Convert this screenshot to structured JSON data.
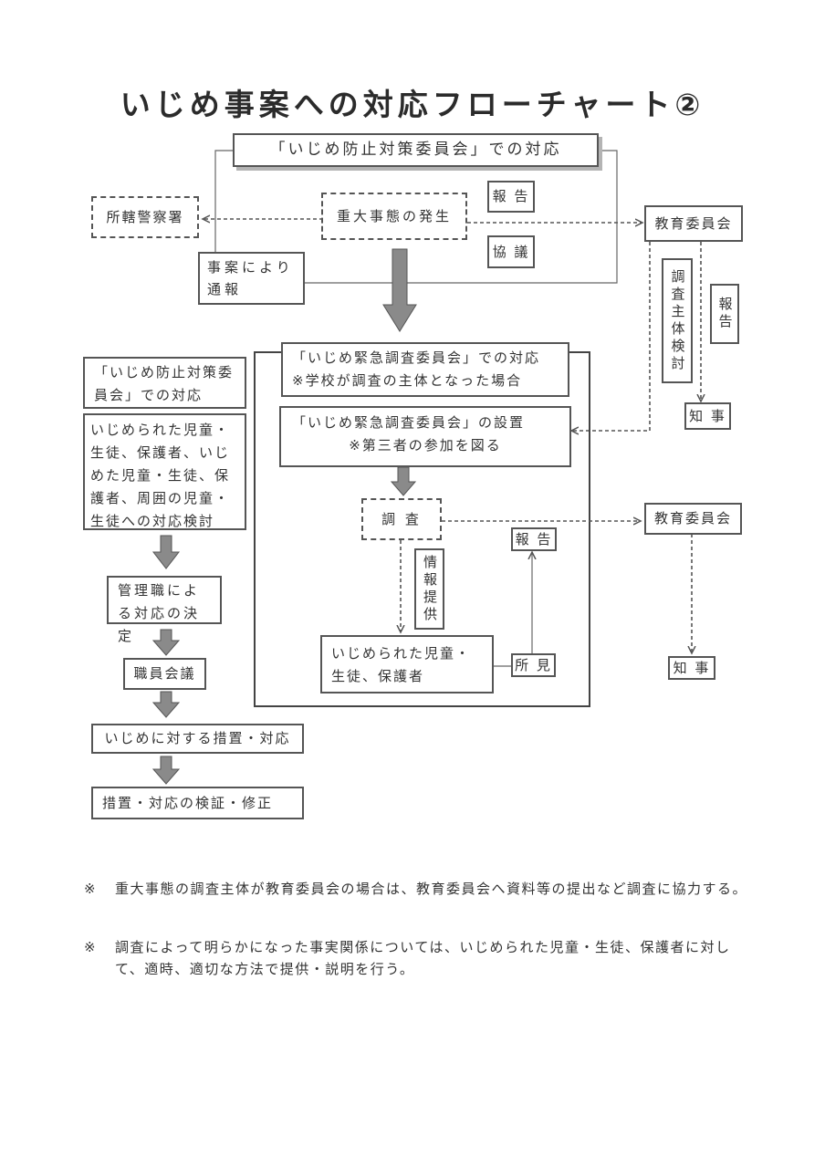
{
  "title": "いじめ事案への対応フローチャート②",
  "top": {
    "committee": "「いじめ防止対策委員会」での対応",
    "police": "所轄警察署",
    "incident": "重大事態の発生",
    "report": "報 告",
    "consult": "協 議",
    "notify": "事案により通報",
    "board": "教育委員会",
    "investigator": "調査主体検討",
    "report_v": "報告",
    "governor": "知 事"
  },
  "right_flow": {
    "emergency_committee": "「いじめ緊急調査委員会」での対応",
    "emergency_note": "※学校が調査の主体となった場合",
    "setup": "「いじめ緊急調査委員会」の設置",
    "setup_note": "※第三者の参加を図る",
    "investigation": "調 査",
    "info": "情報提供",
    "report": "報 告",
    "victims": "いじめられた児童・生徒、保護者",
    "findings": "所 見",
    "board": "教育委員会",
    "governor": "知 事"
  },
  "left_flow": {
    "committee": "「いじめ防止対策委員会」での対応",
    "consider": "いじめられた児童・生徒、保護者、いじめた児童・生徒、保護者、周囲の児童・生徒への対応検討",
    "manager": "管理職による対応の決定",
    "staff_meeting": "職員会議",
    "measures": "いじめに対する措置・対応",
    "verify": "措置・対応の検証・修正"
  },
  "notes": [
    {
      "mark": "※",
      "text": "重大事態の調査主体が教育委員会の場合は、教育委員会へ資料等の提出など調査に協力する。"
    },
    {
      "mark": "※",
      "text": "調査によって明らかになった事実関係については、いじめられた児童・生徒、保護者に対して、適時、適切な方法で提供・説明を行う。"
    }
  ]
}
